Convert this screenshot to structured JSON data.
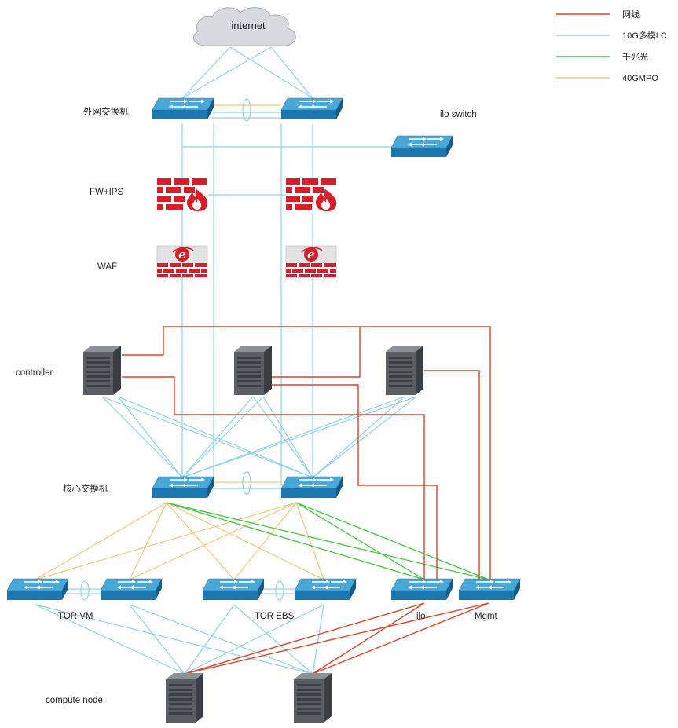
{
  "colors": {
    "ethernet": "#d9452b",
    "mm10g": "#8fd3ea",
    "gigabit_fiber": "#3fc83f",
    "mpo40g": "#f5c77e",
    "switch_top": "#3da0d2",
    "switch_side": "#1a6fa3",
    "firewall": "#d81e28",
    "server": "#55595e"
  },
  "legend": [
    {
      "label": "网线",
      "color_key": "ethernet"
    },
    {
      "label": "10G多模LC",
      "color_key": "mm10g"
    },
    {
      "label": "千兆光",
      "color_key": "gigabit_fiber"
    },
    {
      "label": "40GMPO",
      "color_key": "mpo40g"
    }
  ],
  "nodes": {
    "internet": "internet",
    "ext_switch": "外网交换机",
    "ilo_switch": "ilo switch",
    "fw_ips": "FW+IPS",
    "waf": "WAF",
    "controller": "controller",
    "core_switch": "核心交换机",
    "tor_vm": "TOR VM",
    "tor_ebs": "TOR EBS",
    "ilo": "ilo",
    "mgmt": "Mgmt",
    "compute_node": "compute node"
  },
  "icons": [
    "cloud-icon",
    "switch-icon",
    "firewall-icon",
    "waf-icon",
    "server-icon"
  ]
}
